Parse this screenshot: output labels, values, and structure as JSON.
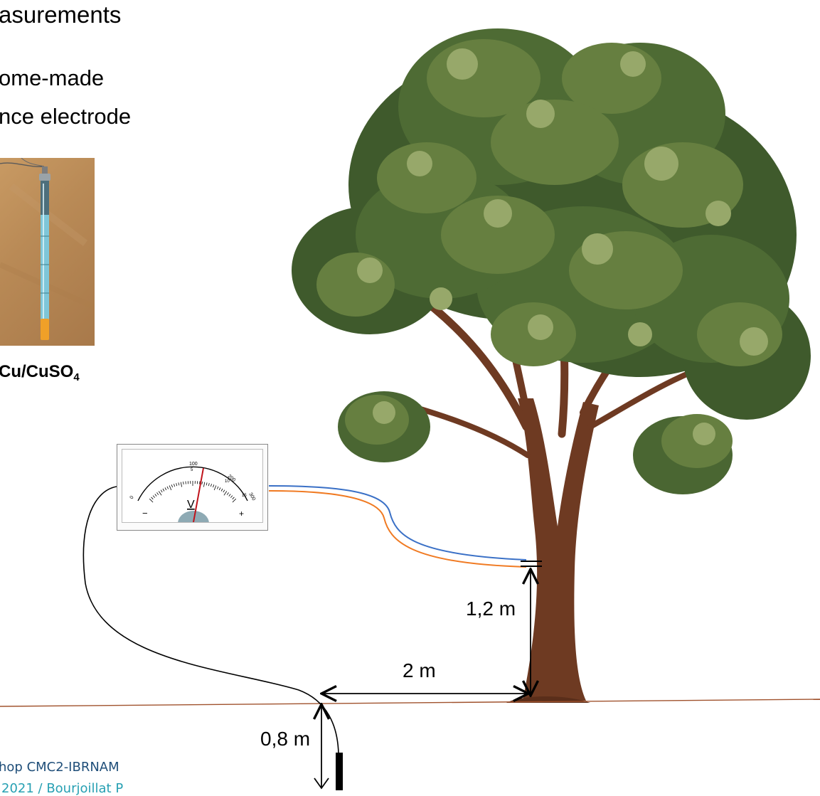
{
  "slide": {
    "heading": "asurements",
    "body_line_1": "ome-made",
    "body_line_2": "nce electrode",
    "caption_main": "Cu/CuSO",
    "caption_sub": "4",
    "footer_line_1": "hop CMC2-IBRNAM",
    "footer_line_2": "2021 / Bourjoillat P"
  },
  "meter": {
    "unit_symbol": "V",
    "minus_sign": "−",
    "plus_sign": "+",
    "scale_labels": [
      "0",
      "100",
      "200",
      "300",
      "5",
      "10",
      "15"
    ]
  },
  "dimensions": {
    "height_on_trunk": "1,2 m",
    "distance_to_tree": "2 m",
    "electrode_depth": "0,8 m"
  },
  "colors": {
    "wire_blue": "#3a70c6",
    "wire_orange": "#f07a22",
    "ground_line": "#a0522d",
    "trunk": "#6e3a22",
    "foliage_dark": "#3f5a2c",
    "foliage_mid": "#667f40",
    "foliage_light": "#97a86a",
    "needle": "#c0121a",
    "meter_dial_base": "#8eaab4"
  }
}
